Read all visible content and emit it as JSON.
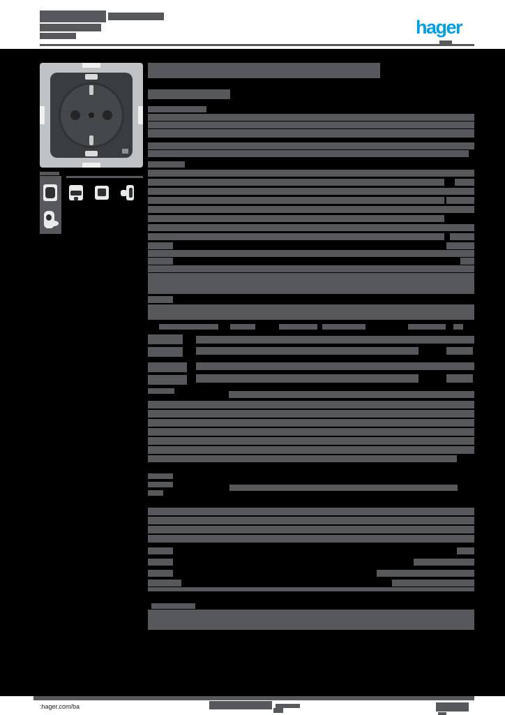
{
  "brand": {
    "logo_text": "hager",
    "logo_color": "#009ee2"
  },
  "footer": {
    "site": ":hager.com/ba"
  },
  "colors": {
    "page": "#ffffff",
    "canvas": "#000000",
    "bar": "#56585b",
    "accent_blue": "#009ee2",
    "photo_frame": "#bfc3c5",
    "faceplate": "#3a3d40",
    "socket_recess": "#45484b"
  },
  "product_photo": {
    "description": "anthracite schuko socket outlet, front view, metal mounting frame"
  },
  "thumbnails": [
    {
      "name": "front-view"
    },
    {
      "name": "clamp-view"
    },
    {
      "name": "rear-view"
    },
    {
      "name": "side-profile"
    },
    {
      "name": "perspective-view"
    }
  ],
  "bars": [
    [
      57,
      15,
      95,
      17
    ],
    [
      155,
      18,
      80,
      11
    ],
    [
      57,
      34,
      88,
      11
    ],
    [
      57,
      47,
      52,
      9
    ],
    [
      57,
      63,
      623,
      3
    ],
    [
      630,
      58,
      18,
      5
    ],
    [
      57,
      246,
      28,
      5
    ],
    [
      95,
      252,
      110,
      3
    ],
    [
      212,
      90,
      333,
      22
    ],
    [
      212,
      128,
      118,
      14
    ],
    [
      212,
      152,
      84,
      9
    ],
    [
      212,
      163,
      468,
      10
    ],
    [
      212,
      174,
      468,
      10
    ],
    [
      212,
      185,
      468,
      12
    ],
    [
      212,
      204,
      468,
      10
    ],
    [
      212,
      215,
      460,
      10
    ],
    [
      212,
      231,
      53,
      9
    ],
    [
      212,
      243,
      468,
      10
    ],
    [
      212,
      256,
      425,
      10
    ],
    [
      652,
      256,
      28,
      10
    ],
    [
      212,
      269,
      468,
      10
    ],
    [
      212,
      282,
      425,
      10
    ],
    [
      640,
      282,
      40,
      10
    ],
    [
      212,
      295,
      468,
      10
    ],
    [
      212,
      308,
      425,
      10
    ],
    [
      212,
      321,
      468,
      10
    ],
    [
      212,
      334,
      425,
      10
    ],
    [
      645,
      334,
      35,
      10
    ],
    [
      212,
      347,
      36,
      10
    ],
    [
      640,
      347,
      40,
      10
    ],
    [
      212,
      358,
      468,
      10
    ],
    [
      212,
      369,
      36,
      10
    ],
    [
      660,
      369,
      20,
      10
    ],
    [
      212,
      380,
      468,
      10
    ],
    [
      212,
      391,
      468,
      30
    ],
    [
      212,
      424,
      36,
      10
    ],
    [
      212,
      436,
      468,
      22
    ],
    [
      228,
      464,
      85,
      8
    ],
    [
      330,
      464,
      36,
      8
    ],
    [
      400,
      464,
      55,
      8
    ],
    [
      462,
      464,
      62,
      8
    ],
    [
      585,
      464,
      54,
      8
    ],
    [
      650,
      464,
      14,
      8
    ],
    [
      212,
      479,
      50,
      14
    ],
    [
      212,
      497,
      50,
      14
    ],
    [
      281,
      481,
      399,
      11
    ],
    [
      281,
      497,
      319,
      11
    ],
    [
      640,
      497,
      38,
      11
    ],
    [
      212,
      519,
      56,
      14
    ],
    [
      212,
      537,
      56,
      14
    ],
    [
      281,
      519,
      399,
      11
    ],
    [
      281,
      536,
      319,
      12
    ],
    [
      640,
      536,
      38,
      12
    ],
    [
      212,
      556,
      38,
      8
    ],
    [
      328,
      560,
      352,
      10
    ],
    [
      212,
      574,
      468,
      11
    ],
    [
      212,
      587,
      468,
      11
    ],
    [
      212,
      600,
      468,
      11
    ],
    [
      212,
      613,
      468,
      11
    ],
    [
      212,
      626,
      468,
      11
    ],
    [
      212,
      639,
      468,
      11
    ],
    [
      212,
      652,
      443,
      10
    ],
    [
      212,
      678,
      36,
      8
    ],
    [
      212,
      690,
      36,
      8
    ],
    [
      212,
      702,
      22,
      8
    ],
    [
      329,
      694,
      327,
      9
    ],
    [
      212,
      727,
      468,
      11
    ],
    [
      212,
      740,
      468,
      11
    ],
    [
      212,
      753,
      468,
      11
    ],
    [
      212,
      766,
      468,
      11
    ],
    [
      212,
      784,
      36,
      10
    ],
    [
      655,
      784,
      25,
      10
    ],
    [
      212,
      800,
      36,
      10
    ],
    [
      593,
      800,
      87,
      10
    ],
    [
      212,
      816,
      36,
      10
    ],
    [
      540,
      816,
      140,
      10
    ],
    [
      212,
      830,
      48,
      10
    ],
    [
      562,
      830,
      118,
      10
    ],
    [
      212,
      841,
      468,
      6
    ],
    [
      217,
      864,
      63,
      8
    ],
    [
      212,
      873,
      468,
      29
    ],
    [
      48,
      997,
      632,
      6
    ],
    [
      300,
      1004,
      90,
      12
    ],
    [
      395,
      1008,
      35,
      6
    ],
    [
      392,
      1014,
      14,
      7
    ],
    [
      625,
      1006,
      47,
      13
    ],
    [
      628,
      1020,
      12,
      4
    ]
  ]
}
